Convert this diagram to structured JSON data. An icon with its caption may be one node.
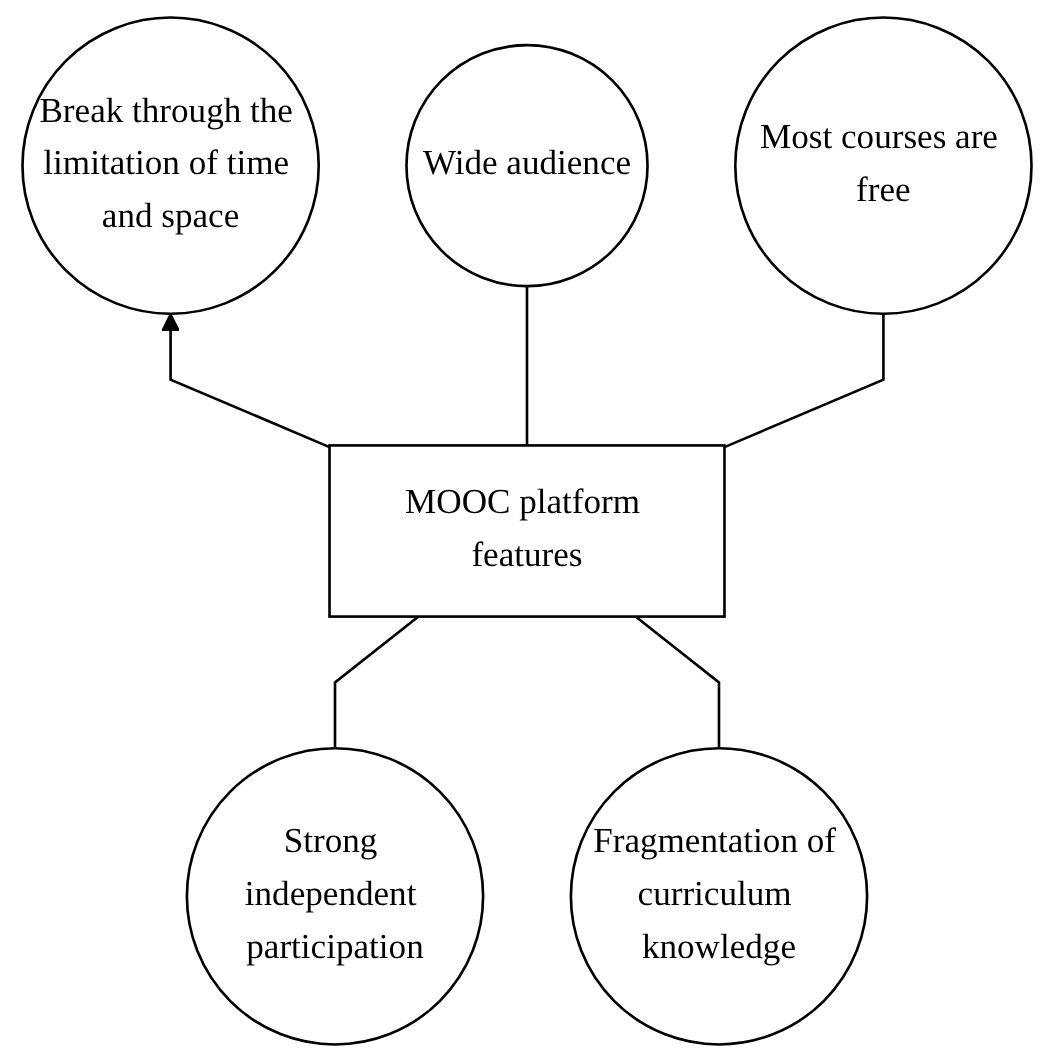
{
  "diagram": {
    "nodes": [
      {
        "text": [
          "Break through the limitation of time and space"
        ]
      },
      {
        "text": [
          "Wide audience"
        ]
      },
      {
        "text": [
          "Most courses are free"
        ]
      },
      {
        "text": [
          "MOOC platform features"
        ]
      },
      {
        "text": [
          "Strong independent participation"
        ]
      },
      {
        "text": [
          "Fragmentation of curriculum knowledge"
        ]
      }
    ],
    "edges": [
      {
        "from": 3,
        "to": 0,
        "arrow": "to"
      },
      {
        "from": 3,
        "to": 1,
        "arrow": "none"
      },
      {
        "from": 3,
        "to": 2,
        "arrow": "none"
      },
      {
        "from": 3,
        "to": 4,
        "arrow": "none"
      },
      {
        "from": 3,
        "to": 5,
        "arrow": "none"
      }
    ]
  }
}
